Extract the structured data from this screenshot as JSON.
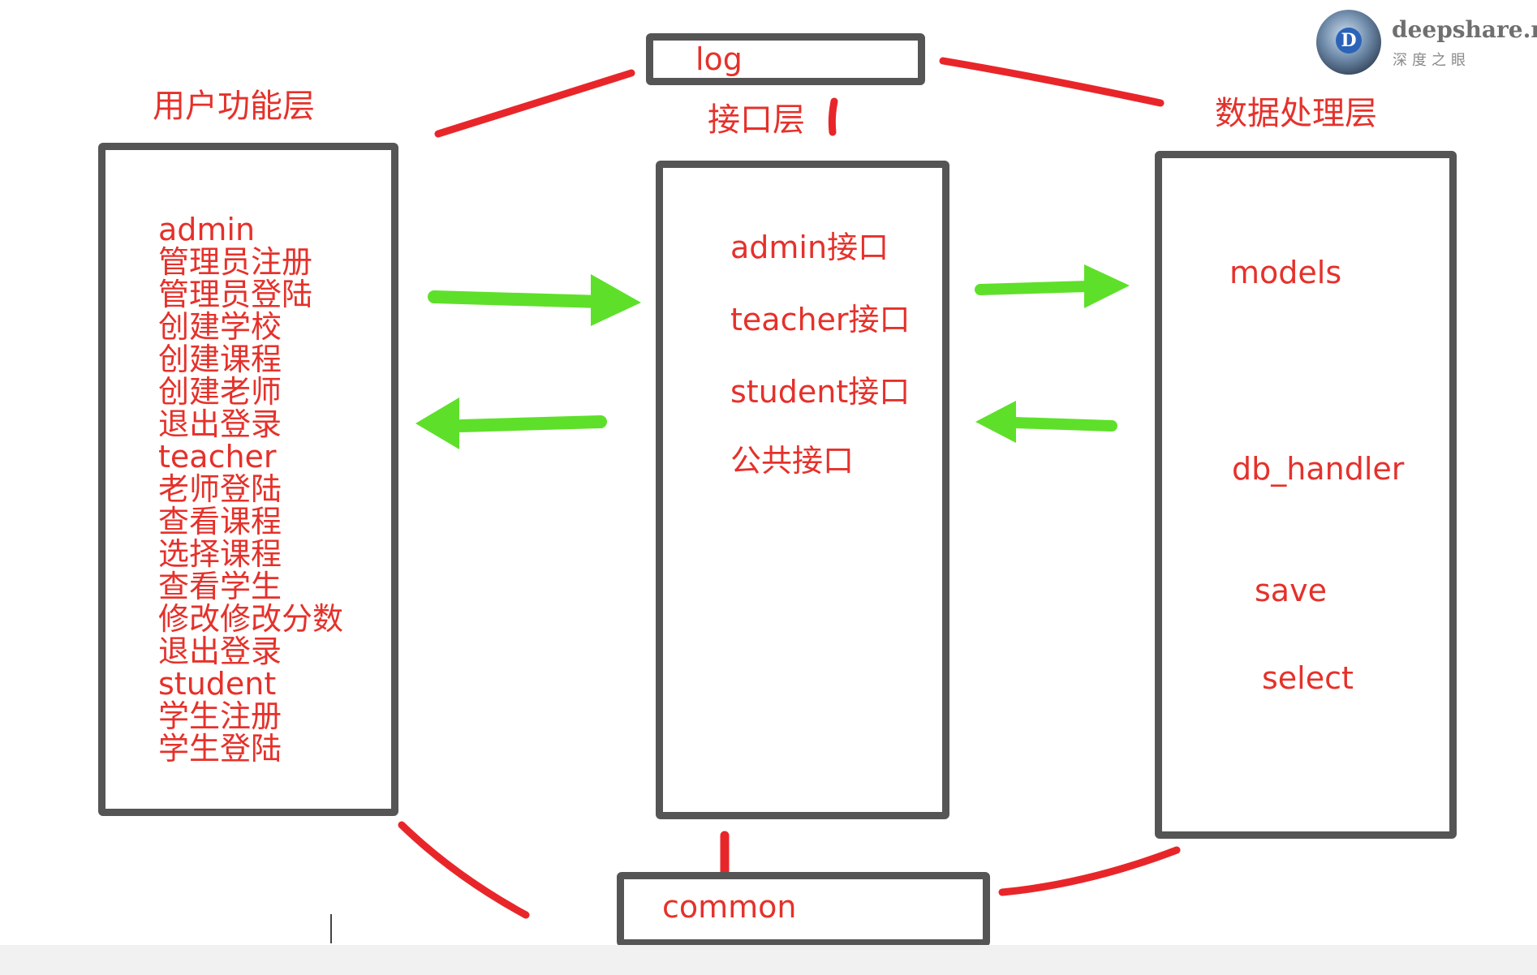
{
  "layers": {
    "left_title": "用户功能层",
    "center_title": "接口层",
    "right_title": "数据处理层"
  },
  "top_box": {
    "label": "log"
  },
  "bottom_box": {
    "label": "common"
  },
  "left_box": {
    "items": [
      "admin",
      "管理员注册",
      "管理员登陆",
      "创建学校",
      "创建课程",
      "创建老师",
      "退出登录",
      "teacher",
      "老师登陆",
      "查看课程",
      "选择课程",
      "查看学生",
      "修改修改分数",
      "退出登录",
      "student",
      "学生注册",
      "学生登陆"
    ]
  },
  "center_box": {
    "items": [
      "admin接口",
      "teacher接口",
      "student接口",
      "公共接口"
    ]
  },
  "right_box": {
    "models": "models",
    "db_handler": "db_handler",
    "save": "save",
    "select": "select"
  },
  "watermark": {
    "name": "deepshare.net",
    "sub": "深度之眼",
    "logo_letter": "D"
  },
  "colors": {
    "text": "#e5312b",
    "box": "#555555",
    "arrow": "#5ee02a",
    "connector": "#e8262a"
  }
}
